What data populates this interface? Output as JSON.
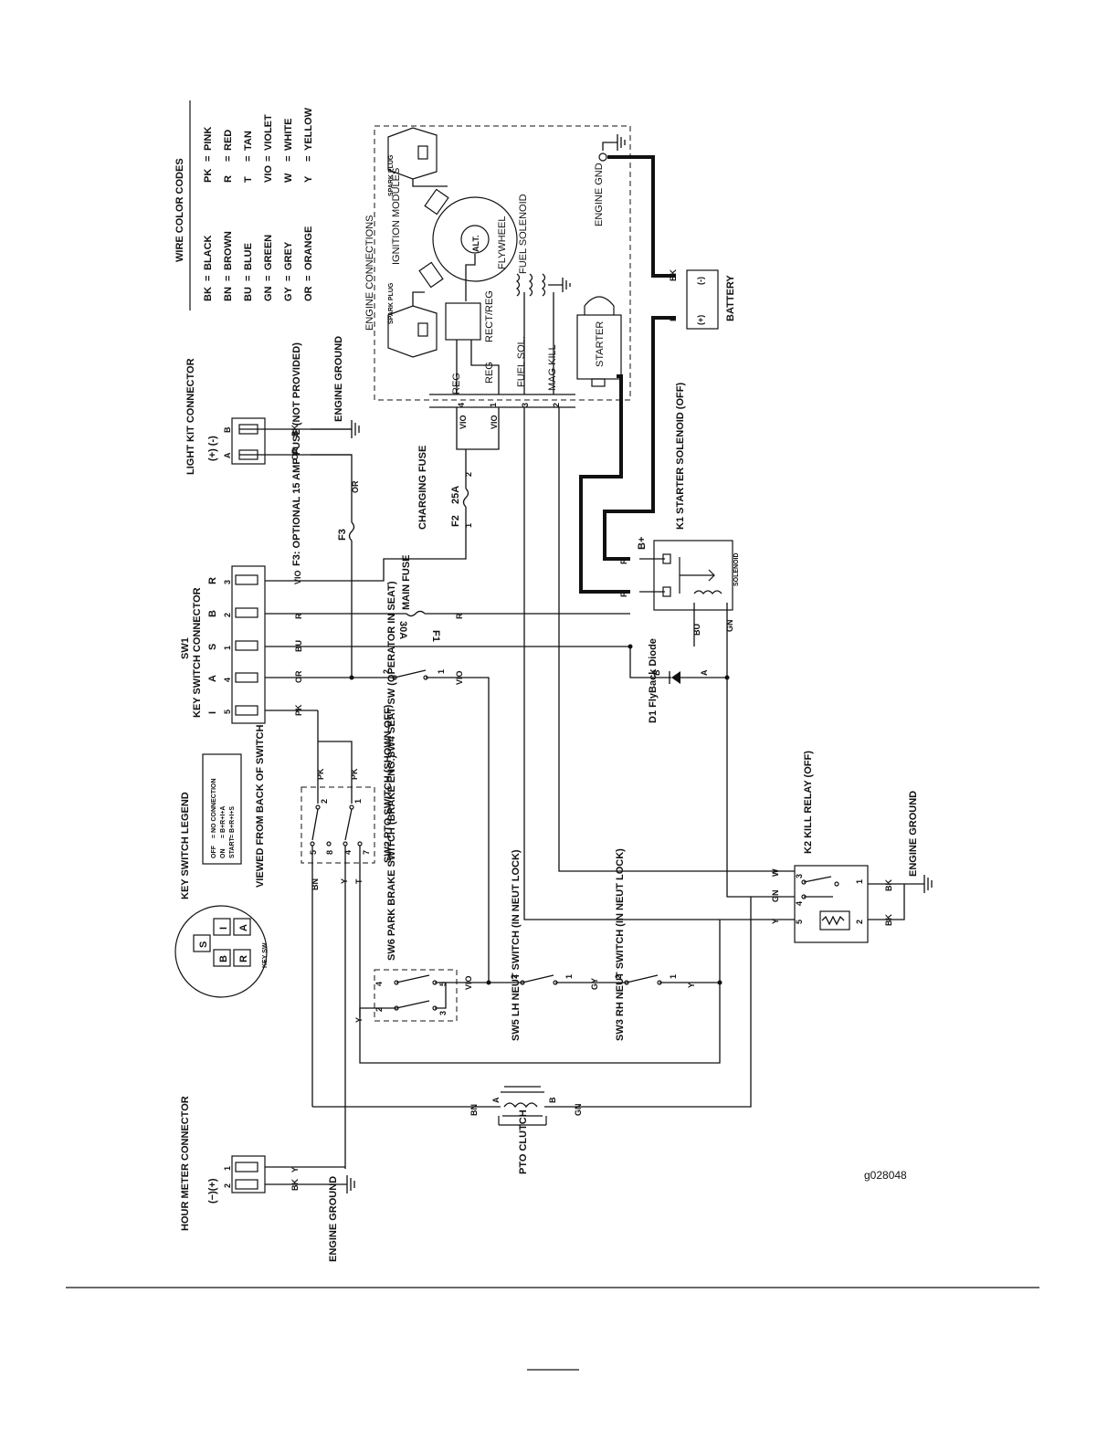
{
  "wire_color_codes": {
    "title": "WIRE COLOR CODES",
    "left": [
      {
        "code": "BK",
        "eq": "=",
        "name": "BLACK"
      },
      {
        "code": "BN",
        "eq": "=",
        "name": "BROWN"
      },
      {
        "code": "BU",
        "eq": "=",
        "name": "BLUE"
      },
      {
        "code": "GN",
        "eq": "=",
        "name": "GREEN"
      },
      {
        "code": "GY",
        "eq": "=",
        "name": "GREY"
      },
      {
        "code": "OR",
        "eq": "=",
        "name": "ORANGE"
      }
    ],
    "right": [
      {
        "code": "PK",
        "eq": "=",
        "name": "PINK"
      },
      {
        "code": "R",
        "eq": "=",
        "name": "RED"
      },
      {
        "code": "T",
        "eq": "=",
        "name": "TAN"
      },
      {
        "code": "VIO",
        "eq": "=",
        "name": "VIOLET"
      },
      {
        "code": "W",
        "eq": "=",
        "name": "WHITE"
      },
      {
        "code": "Y",
        "eq": "=",
        "name": "YELLOW"
      }
    ]
  },
  "engine": {
    "title": "ENGINE CONNECTIONS",
    "spark_plug": "SPARK PLUG",
    "ignition_modules": "IGNITION MODULES",
    "alt": "ALT.",
    "flywheel": "FLYWHEEL",
    "fuel_solenoid": "FUEL SOLENOID",
    "rect_reg": "RECT/REG",
    "starter": "STARTER",
    "engine_gnd": "ENGINE GND",
    "reg": "REG",
    "fuel_sol": "FUEL SOL.",
    "mag_kill": "MAG KILL",
    "pins": [
      "4",
      "1",
      "3",
      "2"
    ]
  },
  "battery": {
    "label": "BATTERY",
    "neg": "(-)",
    "pos": "(+)"
  },
  "light_kit": {
    "label": "LIGHT KIT CONNECTOR",
    "polarity": "(+) (-)",
    "pin_b": "B",
    "pin_a": "A"
  },
  "engine_ground": "ENGINE GROUND",
  "fuses": {
    "f3": "F3: OPTIONAL 15 AMP FUSE (NOT PROVIDED)",
    "f3_tag": "F3",
    "charging": "CHARGING FUSE",
    "f2": "F2",
    "f2_rating": "25A",
    "main": "MAIN FUSE",
    "f1": "F1",
    "f1_rating": "30A"
  },
  "key_switch": {
    "sw1": "SW1",
    "connector": "KEY SWITCH CONNECTOR",
    "pins": [
      {
        "letter": "R",
        "num": "3"
      },
      {
        "letter": "B",
        "num": "2"
      },
      {
        "letter": "S",
        "num": "1"
      },
      {
        "letter": "A",
        "num": "4"
      },
      {
        "letter": "I",
        "num": "5"
      }
    ],
    "legend_title": "KEY SWITCH LEGEND",
    "legend_rows": [
      {
        "pos": "OFF",
        "desc": "= NO CONNECTION"
      },
      {
        "pos": "ON",
        "desc": "= B+R+I+A"
      },
      {
        "pos": "START",
        "desc": "= B+R+I+S"
      }
    ],
    "viewed_from": "VIEWED FROM BACK OF SWITCH",
    "face": [
      "S",
      "I",
      "A",
      "B",
      "R"
    ],
    "face_label": "KEY SW"
  },
  "k1": {
    "title": "K1 STARTER SOLENOID (OFF)",
    "bplus": "B+",
    "solenoid": "SOLENOID"
  },
  "d1": {
    "label": "D1 FlyBack Diode",
    "b": "B",
    "a": "A"
  },
  "k2": {
    "label": "K2 KILL RELAY (OFF)",
    "pins": [
      "3",
      "4",
      "1",
      "5",
      "2"
    ]
  },
  "switches": {
    "sw4": "SW4 SEAT SW (OPERATOR IN SEAT)",
    "sw2": "SW2 PTO SWITCH (SHOWN OFF)",
    "sw6": "SW6 PARK BRAKE SWITCH (BRAKE ENG.)",
    "sw5": "SW5 LH NEUT SWITCH (IN NEUT LOCK)",
    "sw3": "SW3 RH NEUT SWITCH (IN NEUT LOCK)"
  },
  "hour_meter": {
    "label": "HOUR METER CONNECTOR",
    "polarity": "(−)(+)"
  },
  "pto_clutch": "PTO CLUTCH",
  "wire_tags": {
    "bk": "BK",
    "or": "OR",
    "vio": "VIO",
    "r": "R",
    "bu": "BU",
    "pk": "PK",
    "y": "Y",
    "w": "W",
    "gn": "GN",
    "bn": "BN",
    "gy": "GY",
    "t": "T"
  },
  "doc_id": "g028048"
}
